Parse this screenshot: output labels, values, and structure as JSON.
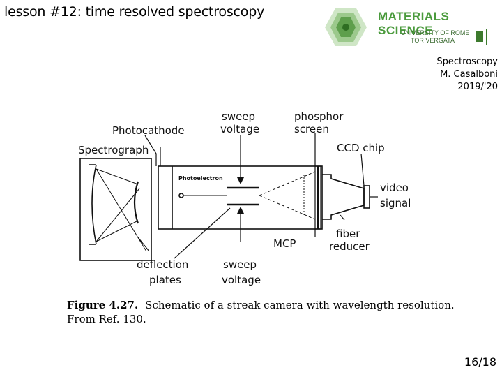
{
  "slide": {
    "title": "lesson #12: time resolved spectroscopy",
    "page_number": "16/18"
  },
  "logo": {
    "brand": "MATERIALS SCIENCE",
    "university_line1": "UNIVERSITY OF ROME",
    "university_line2": "TOR VERGATA",
    "color": "#4a9a3c"
  },
  "course": {
    "name": "Spectroscopy",
    "author": "M. Casalboni",
    "year": "2019/'20"
  },
  "figure": {
    "labels": {
      "photocathode": "Photocathode",
      "spectrograph": "Spectrograph",
      "photoelectron": "Photoelectron",
      "sweep_voltage_top_1": "sweep",
      "sweep_voltage_top_2": "voltage",
      "phosphor_1": "phosphor",
      "phosphor_2": "screen",
      "ccd": "CCD chip",
      "video_1": "video",
      "video_2": "signal",
      "mcp": "MCP",
      "fiber_1": "fiber",
      "fiber_2": "reducer",
      "deflection_1": "deflection",
      "deflection_2": "plates",
      "sweep_voltage_bottom_1": "sweep",
      "sweep_voltage_bottom_2": "voltage"
    },
    "caption_number": "Figure 4.27.",
    "caption_text": "Schematic of a streak camera with wavelength resolution.",
    "caption_ref": "From Ref. 130."
  }
}
